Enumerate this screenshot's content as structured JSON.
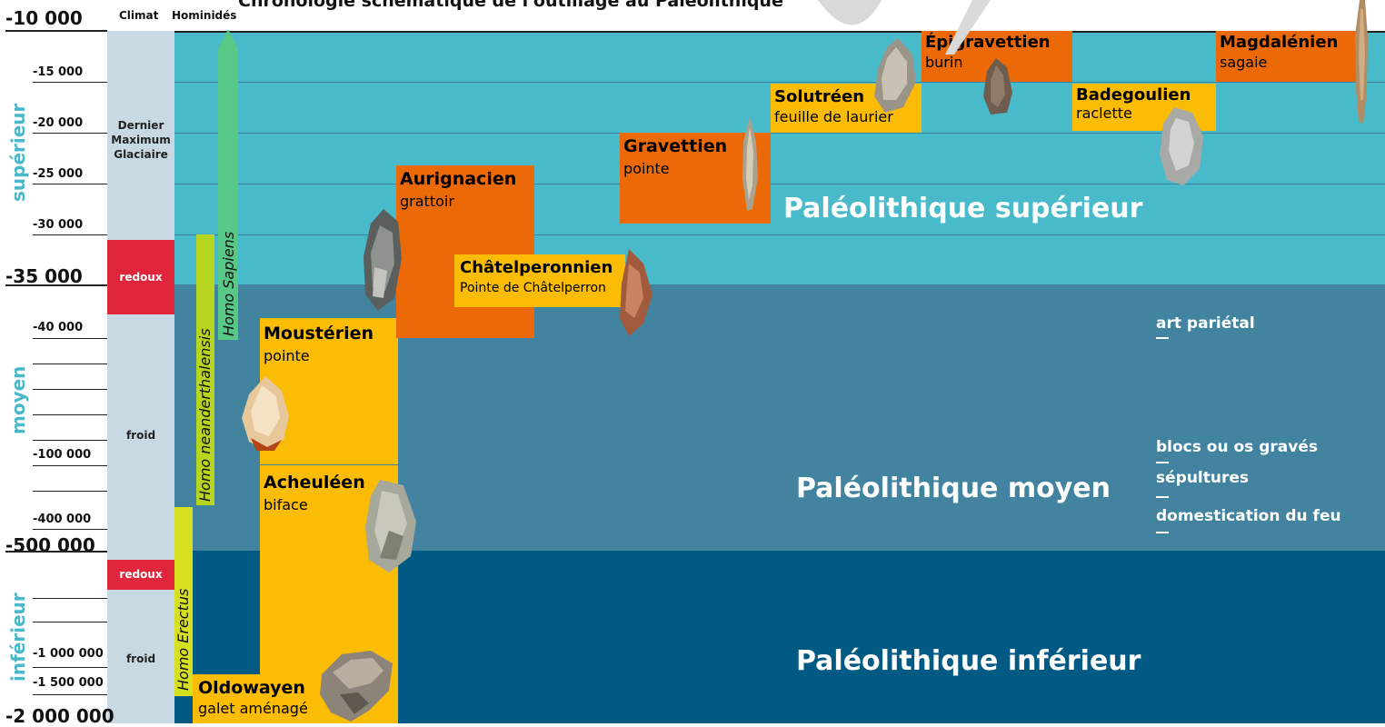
{
  "title": "Chronologie schématique de l'outillage au Paléolithique",
  "headers": {
    "climate": "Climat",
    "hominids": "Hominidés"
  },
  "periods": {
    "superieur": {
      "side_label": "supérieur",
      "title": "Paléolithique supérieur"
    },
    "moyen": {
      "side_label": "moyen",
      "title": "Paléolithique moyen"
    },
    "inferieur": {
      "side_label": "inférieur",
      "title": "Paléolithique inférieur"
    }
  },
  "colors": {
    "superieur": "#48bac9",
    "moyen": "#4283a0",
    "inferieur": "#015a83",
    "orange": "#eb6a07",
    "yellow": "#fbbc05",
    "redoux": "#e0263a",
    "climate": "#c9d9e4"
  },
  "timeline": {
    "major": [
      "-10 000",
      "-35 000",
      "-500 000",
      "-2 000 000"
    ],
    "minor": [
      "-15 000",
      "-20 000",
      "-25 000",
      "-30 000",
      "-40 000",
      "-100 000",
      "-400 000",
      "-1 000 000",
      "-1 500 000"
    ]
  },
  "climate": {
    "lgm": "Dernier Maximum Glaciaire",
    "redoux_1": "redoux",
    "froid_1": "froid",
    "redoux_2": "redoux",
    "froid_2": "froid"
  },
  "hominids": {
    "sapiens": "Homo Sapiens",
    "neanderthalensis": "Homo neanderthalensis",
    "erectus": "Homo Erectus"
  },
  "cultures": {
    "oldowayen": {
      "name": "Oldowayen",
      "tool": "galet aménagé"
    },
    "acheuleen": {
      "name": "Acheuléen",
      "tool": "biface"
    },
    "mousterien": {
      "name": "Moustérien",
      "tool": "pointe"
    },
    "aurignacien": {
      "name": "Aurignacien",
      "tool": "grattoir"
    },
    "chatelperronien": {
      "name": "Châtelperonnien",
      "tool": "Pointe de Châtelperron"
    },
    "gravettien": {
      "name": "Gravettien",
      "tool": "pointe"
    },
    "solutreen": {
      "name": "Solutréen",
      "tool": "feuille de laurier"
    },
    "epigravettien": {
      "name": "Épigravettien",
      "tool": "burin"
    },
    "badegoulien": {
      "name": "Badegoulien",
      "tool": "raclette"
    },
    "magdalenien": {
      "name": "Magdalénien",
      "tool": "sagaie"
    }
  },
  "notes": {
    "art": "art pariétal",
    "blocs": "blocs ou os gravés",
    "sepultures": "sépultures",
    "feu": "domestication du feu"
  }
}
